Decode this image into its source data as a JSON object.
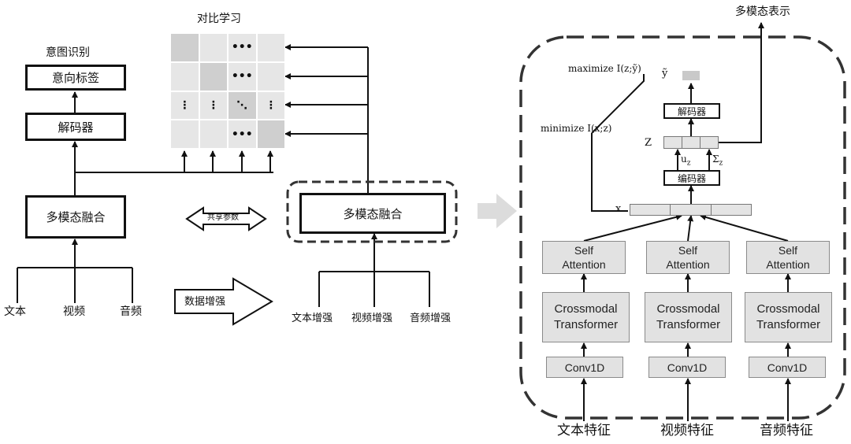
{
  "left": {
    "contrastive_title": "对比学习",
    "intent_title": "意图识别",
    "label_box": "意向标签",
    "decoder_box": "解码器",
    "fusion_box": "多模态融合",
    "shared_params": "共享参数",
    "augment_arrow": "数据增强",
    "fusion_aug_box": "多模态融合",
    "inputs": [
      "文本",
      "视频",
      "音频"
    ],
    "aug_inputs": [
      "文本增强",
      "视频增强",
      "音频增强"
    ],
    "matrix_marks": [
      [
        "",
        "",
        "•••",
        ""
      ],
      [
        "",
        "",
        "•••",
        ""
      ],
      [
        "⋮",
        "⋮",
        "⋱",
        "⋮"
      ],
      [
        "",
        "",
        "•••",
        ""
      ]
    ]
  },
  "right": {
    "output_title": "多模态表示",
    "maximize": "maximize I(z;ỹ)",
    "minimize": "minimize I(x;z)",
    "y_tilde": "ỹ",
    "z_label": "Z",
    "x_label": "x",
    "decoder_box": "解码器",
    "encoder_box": "编码器",
    "mu_label": "u",
    "mu_sub": "z",
    "sigma_label": "Σ",
    "sigma_sub": "z",
    "self_attention": "Self\nAttention",
    "crossmodal": "Crossmodal\nTransformer",
    "conv": "Conv1D",
    "features": [
      "文本特征",
      "视频特征",
      "音频特征"
    ]
  }
}
